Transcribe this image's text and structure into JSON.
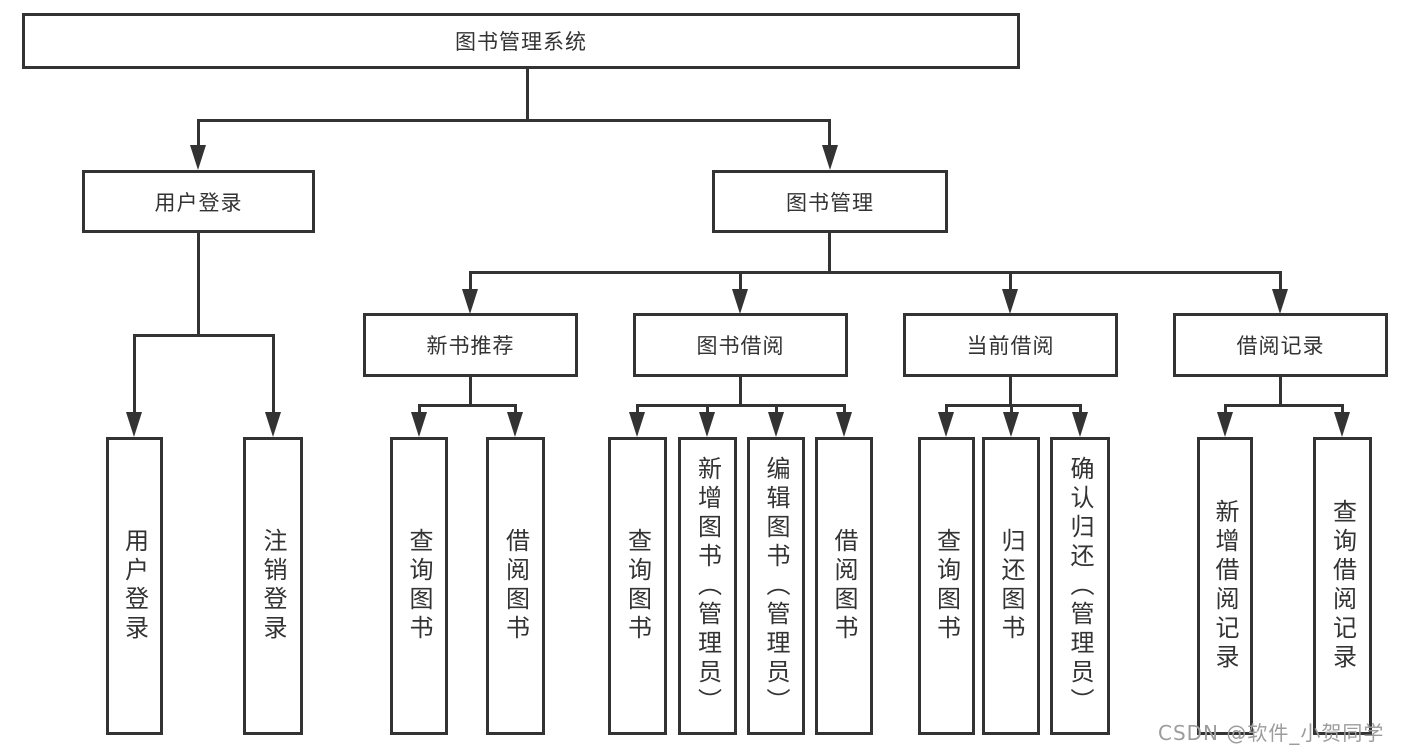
{
  "diagram": {
    "root": {
      "label": "图书管理系统"
    },
    "level2": [
      {
        "label": "用户登录"
      },
      {
        "label": "图书管理"
      }
    ],
    "level3": [
      {
        "label": "新书推荐"
      },
      {
        "label": "图书借阅"
      },
      {
        "label": "当前借阅"
      },
      {
        "label": "借阅记录"
      }
    ],
    "leaves": {
      "login": [
        "用户登录",
        "注销登录"
      ],
      "recommend": [
        "查询图书",
        "借阅图书"
      ],
      "borrow": [
        "查询图书",
        "新增图书（管理员）",
        "编辑图书（管理员）",
        "借阅图书"
      ],
      "current": [
        "查询图书",
        "归还图书",
        "确认归还（管理员）"
      ],
      "records": [
        "新增借阅记录",
        "查询借阅记录"
      ]
    }
  },
  "watermark": "CSDN @软件_小贺同学",
  "colors": {
    "line": "#333333",
    "text": "#333333",
    "watermark": "#9c9c9c",
    "background": "#ffffff"
  }
}
